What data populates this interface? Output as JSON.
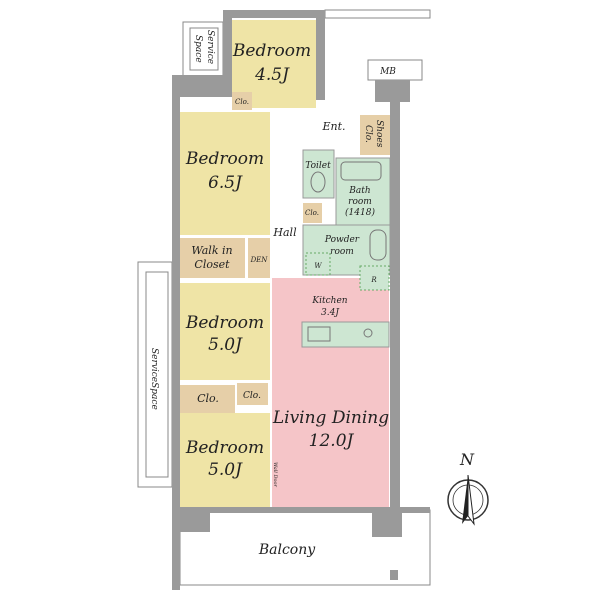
{
  "rooms": {
    "bedroom_45": {
      "label": "Bedroom",
      "size": "4.5J"
    },
    "bedroom_65": {
      "label": "Bedroom",
      "size": "6.5J"
    },
    "bedroom_50a": {
      "label": "Bedroom",
      "size": "5.0J"
    },
    "bedroom_50b": {
      "label": "Bedroom",
      "size": "5.0J"
    },
    "living": {
      "label": "Living Dining",
      "size": "12.0J"
    },
    "kitchen": {
      "label": "Kitchen",
      "size": "3.4J"
    },
    "walk_in": {
      "label1": "Walk in",
      "label2": "Closet"
    },
    "den": "DEN",
    "hall": "Hall",
    "ent": "Ent.",
    "shoes": {
      "label1": "Shoes",
      "label2": "Clo."
    },
    "toilet": "Toilet",
    "bath": {
      "label1": "Bath",
      "label2": "room",
      "label3": "(1418)"
    },
    "powder": {
      "label1": "Powder",
      "label2": "room"
    },
    "washer": "W",
    "fridge": "R",
    "clo": "Clo.",
    "mb": "MB",
    "service_top": {
      "label1": "Service",
      "label2": "Space"
    },
    "service_left": "ServiceSpace",
    "balcony": "Balcony",
    "wall_door": "Wall Door"
  },
  "compass": {
    "label": "N"
  },
  "colors": {
    "bedroom": "#efe4a6",
    "storage": "#e6cfa8",
    "wet": "#cde6d2",
    "living": "#f5c5c8",
    "wall": "#9a9a9a"
  }
}
